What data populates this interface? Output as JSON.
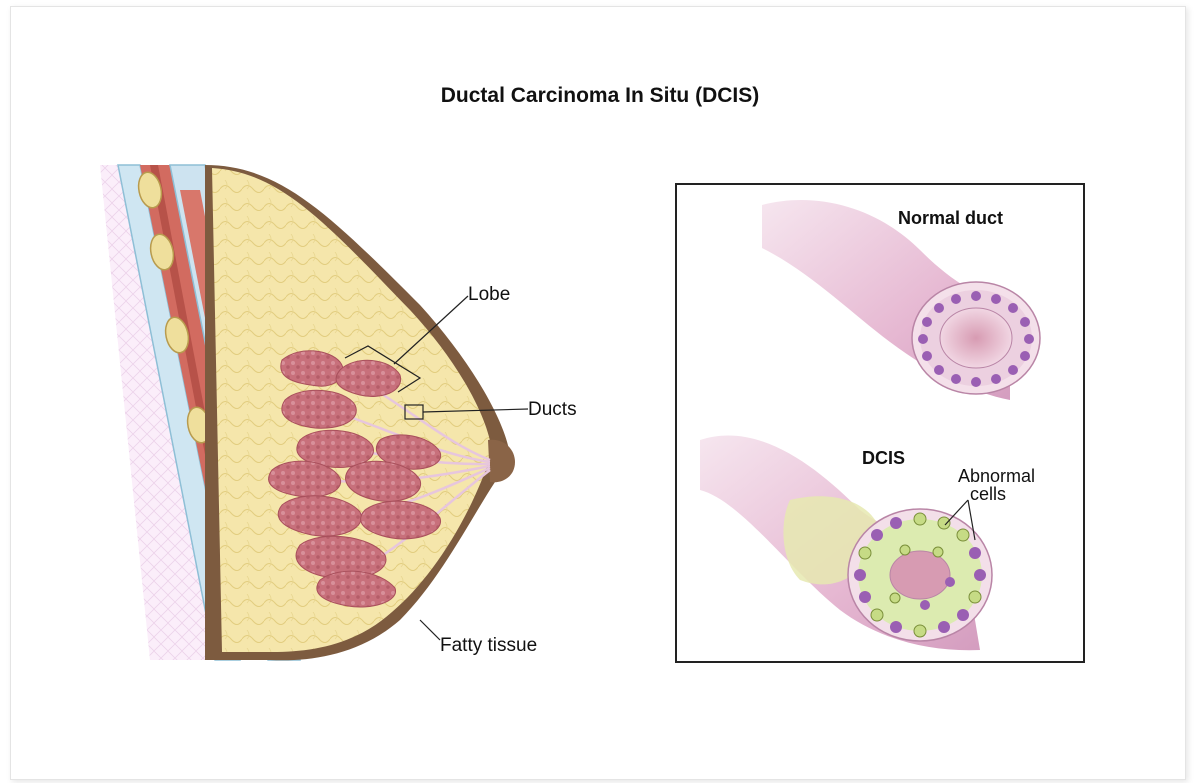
{
  "title": "Ductal Carcinoma In Situ (DCIS)",
  "labels": {
    "lobe": "Lobe",
    "ducts": "Ducts",
    "fatty_tissue": "Fatty tissue",
    "normal_duct": "Normal duct",
    "dcis": "DCIS",
    "abnormal_cells_line1": "Abnormal",
    "abnormal_cells_line2": "cells"
  },
  "colors": {
    "skin": "#7b5a3e",
    "fat": "#f3e3a4",
    "lobule": "#c9707a",
    "muscle": "#c7685c",
    "duct_wall": "#e8bfd8",
    "cell_nucleus": "#9a5fb3",
    "abnormal_cell": "#c6db85"
  }
}
